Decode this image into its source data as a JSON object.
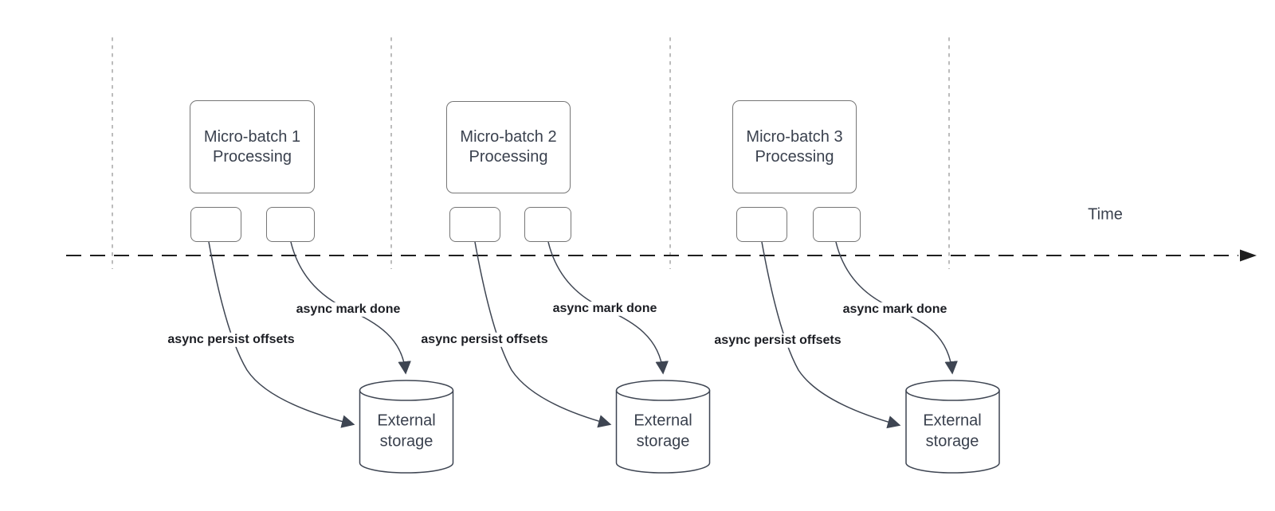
{
  "diagram": {
    "time_axis_label": "Time",
    "ink_color": "#3e4552",
    "gridline_color": "#a6a6a6",
    "axis_color": "#1f1f1f",
    "batches": [
      {
        "box_label": "Micro-batch 1\nProcessing",
        "persist_label": "async persist offsets",
        "mark_done_label": "async mark done",
        "storage_label": "External\nstorage"
      },
      {
        "box_label": "Micro-batch 2\nProcessing",
        "persist_label": "async persist offsets",
        "mark_done_label": "async mark done",
        "storage_label": "External\nstorage"
      },
      {
        "box_label": "Micro-batch 3\nProcessing",
        "persist_label": "async persist offsets",
        "mark_done_label": "async mark done",
        "storage_label": "External\nstorage"
      }
    ]
  }
}
